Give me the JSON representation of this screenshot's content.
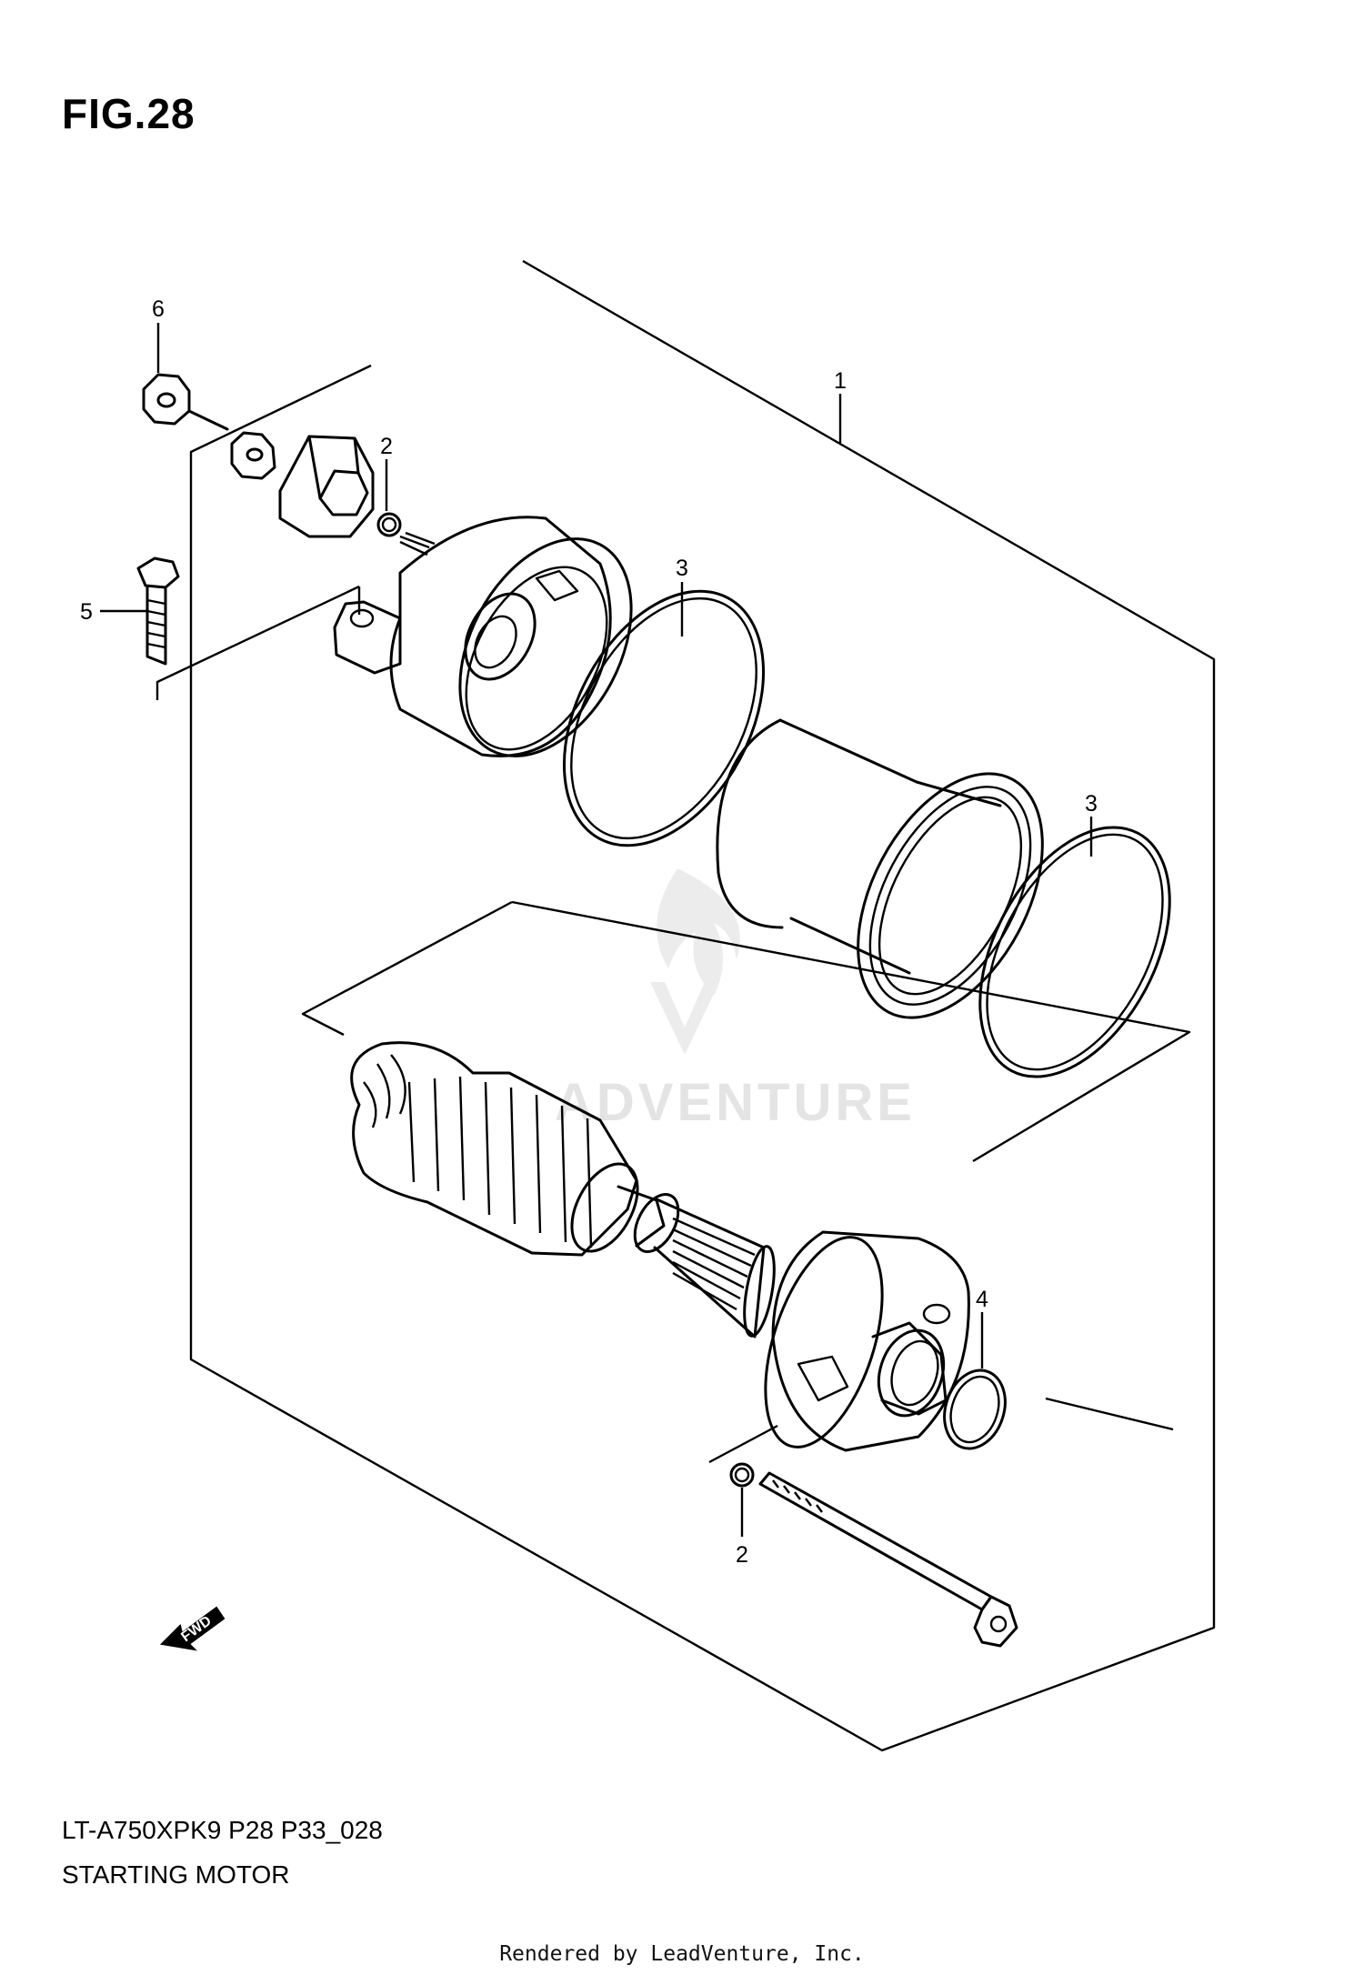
{
  "figure": {
    "title": "FIG.28",
    "model_code": "LT-A750XPK9 P28 P33_028",
    "caption": "STARTING MOTOR"
  },
  "watermark": {
    "text": "ADVENTURE"
  },
  "direction_arrow": {
    "label": "FWD"
  },
  "callouts": [
    {
      "id": "c1",
      "number": "1",
      "part": "starting-motor-assembly"
    },
    {
      "id": "c2a",
      "number": "2",
      "part": "o-ring-upper"
    },
    {
      "id": "c2b",
      "number": "2",
      "part": "o-ring-lower"
    },
    {
      "id": "c3a",
      "number": "3",
      "part": "o-ring-large-front"
    },
    {
      "id": "c3b",
      "number": "3",
      "part": "o-ring-large-rear"
    },
    {
      "id": "c4",
      "number": "4",
      "part": "o-ring-housing-end"
    },
    {
      "id": "c5",
      "number": "5",
      "part": "bolt"
    },
    {
      "id": "c6",
      "number": "6",
      "part": "nut"
    }
  ],
  "credit": "Rendered by LeadVenture, Inc."
}
